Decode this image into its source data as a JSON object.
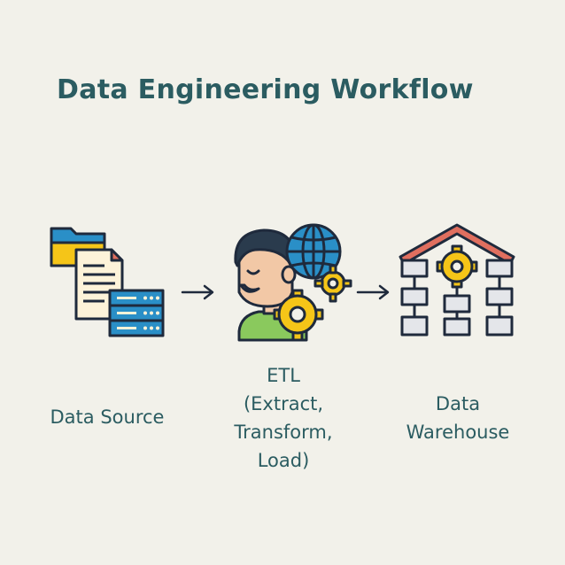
{
  "title": "Data Engineering Workflow",
  "steps": [
    {
      "label": "Data Source",
      "icon": "data-source-icon"
    },
    {
      "label": "ETL\n(Extract,\nTransform,\nLoad)",
      "icon": "etl-engineer-icon"
    },
    {
      "label": "Data\nWarehouse",
      "icon": "data-warehouse-icon"
    }
  ],
  "connectors": [
    "arrow-right-icon",
    "arrow-right-icon"
  ],
  "colors": {
    "background": "#f2f1ea",
    "text": "#2b5c61",
    "outline": "#1f2a3c",
    "blue": "#2a8fc7",
    "yellow": "#f5c518",
    "paper": "#fdf3d9",
    "red": "#e06f5f",
    "green": "#8ac95d"
  }
}
